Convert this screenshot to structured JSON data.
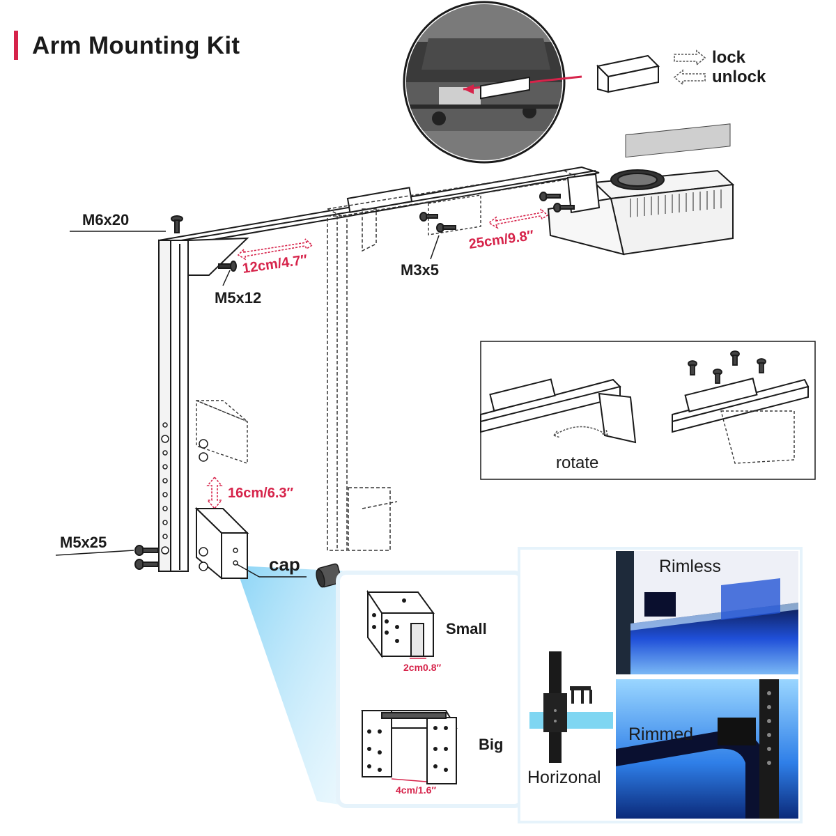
{
  "title": "Arm Mounting Kit",
  "screws": {
    "m6x20": "M6x20",
    "m5x12": "M5x12",
    "m3x5": "M3x5",
    "m5x25": "M5x25"
  },
  "dimensions": {
    "d12": "12cm/4.7″",
    "d25": "25cm/9.8″",
    "d16": "16cm/6.3″",
    "d2": "2cm0.8″",
    "d4": "4cm/1.6″"
  },
  "lock_legend": {
    "lock": "lock",
    "unlock": "unlock"
  },
  "rotate_label": "rotate",
  "cap_label": "cap",
  "clamps": {
    "small": "Small",
    "big": "Big"
  },
  "mounting": {
    "horizontal": "Horizonal",
    "rimless": "Rimless",
    "rimmed": "Rimmed"
  },
  "colors": {
    "accent": "#d6234a",
    "tank_blue": "#1f4fd8",
    "callout_blue": "#7fd0f5"
  }
}
